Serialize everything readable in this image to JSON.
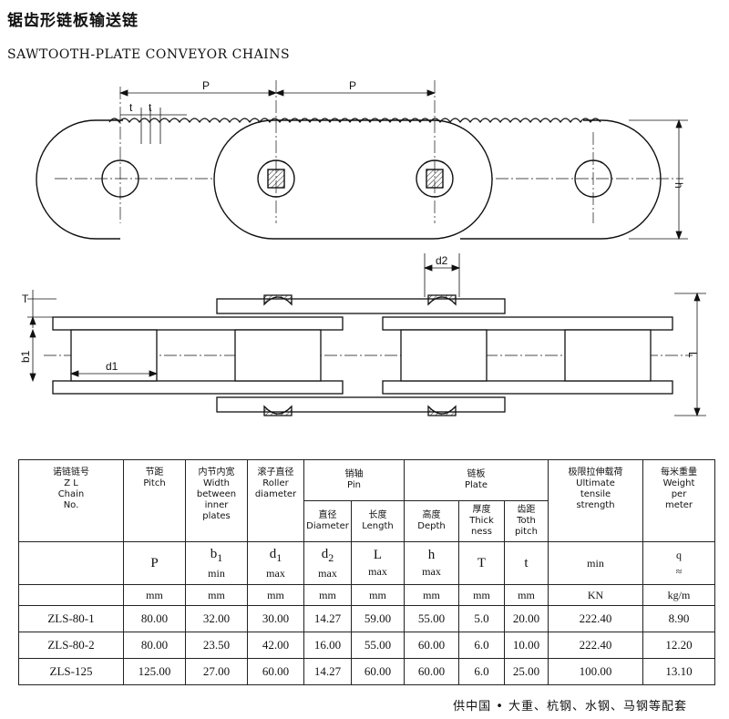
{
  "header": {
    "title_cn": "锯齿形链板输送链",
    "title_en": "SAWTOOTH-PLATE CONVEYOR CHAINS"
  },
  "drawing": {
    "labels": {
      "pitch_1": "P",
      "pitch_2": "P",
      "tooth_1": "t",
      "tooth_2": "t",
      "height": "h",
      "pin_diameter": "d2",
      "plate_thickness": "T",
      "inner_width": "b1",
      "roller_diameter": "d1",
      "length": "L"
    }
  },
  "table": {
    "headers": {
      "chain_no": [
        "诺链链号",
        "Z L",
        "Chain",
        "No."
      ],
      "pitch": [
        "节距",
        "Pitch"
      ],
      "width": [
        "内节内宽",
        "Width",
        "between",
        "inner",
        "plates"
      ],
      "roller": [
        "滚子直径",
        "Roller",
        "diameter"
      ],
      "pin": [
        "销轴",
        "Pin"
      ],
      "pin_diameter": [
        "直径",
        "Diameter"
      ],
      "pin_length": [
        "长度",
        "Length"
      ],
      "plate": [
        "链板",
        "Plate"
      ],
      "plate_depth": [
        "高度",
        "Depth"
      ],
      "plate_thickness": [
        "厚度",
        "Thick",
        "ness"
      ],
      "tooth_pitch": [
        "齿距",
        "Toth",
        "pitch"
      ],
      "tensile": [
        "极限拉伸载荷",
        "Ultimate",
        "tensile",
        "strength"
      ],
      "weight": [
        "每米重量",
        "Weight",
        "per",
        "meter"
      ]
    },
    "symbols": {
      "pitch": "P",
      "width_main": "b",
      "width_sub": "1",
      "width_note": "min",
      "roller_main": "d",
      "roller_sub": "1",
      "roller_note": "max",
      "pin_d_main": "d",
      "pin_d_sub": "2",
      "pin_d_note": "max",
      "pin_l_main": "L",
      "pin_l_note": "max",
      "depth_main": "h",
      "depth_note": "max",
      "thickness": "T",
      "tooth": "t",
      "tensile": "min",
      "weight_main": "q",
      "weight_note": "≈"
    },
    "units": [
      "mm",
      "mm",
      "mm",
      "mm",
      "mm",
      "mm",
      "mm",
      "mm",
      "KN",
      "kg/m"
    ],
    "rows": [
      {
        "chain_no": "ZLS-80-1",
        "pitch": "80.00",
        "width": "32.00",
        "roller": "30.00",
        "pin_d": "14.27",
        "pin_l": "59.00",
        "depth": "55.00",
        "thickness": "5.0",
        "tooth": "20.00",
        "tensile": "222.40",
        "weight": "8.90"
      },
      {
        "chain_no": "ZLS-80-2",
        "pitch": "80.00",
        "width": "23.50",
        "roller": "42.00",
        "pin_d": "16.00",
        "pin_l": "55.00",
        "depth": "60.00",
        "thickness": "6.0",
        "tooth": "10.00",
        "tensile": "222.40",
        "weight": "12.20"
      },
      {
        "chain_no": "ZLS-125",
        "pitch": "125.00",
        "width": "27.00",
        "roller": "60.00",
        "pin_d": "14.27",
        "pin_l": "60.00",
        "depth": "60.00",
        "thickness": "6.0",
        "tooth": "25.00",
        "tensile": "100.00",
        "weight": "13.10"
      }
    ]
  },
  "footer": {
    "text": "供中国 • 大重、杭钢、水钢、马钢等配套"
  }
}
